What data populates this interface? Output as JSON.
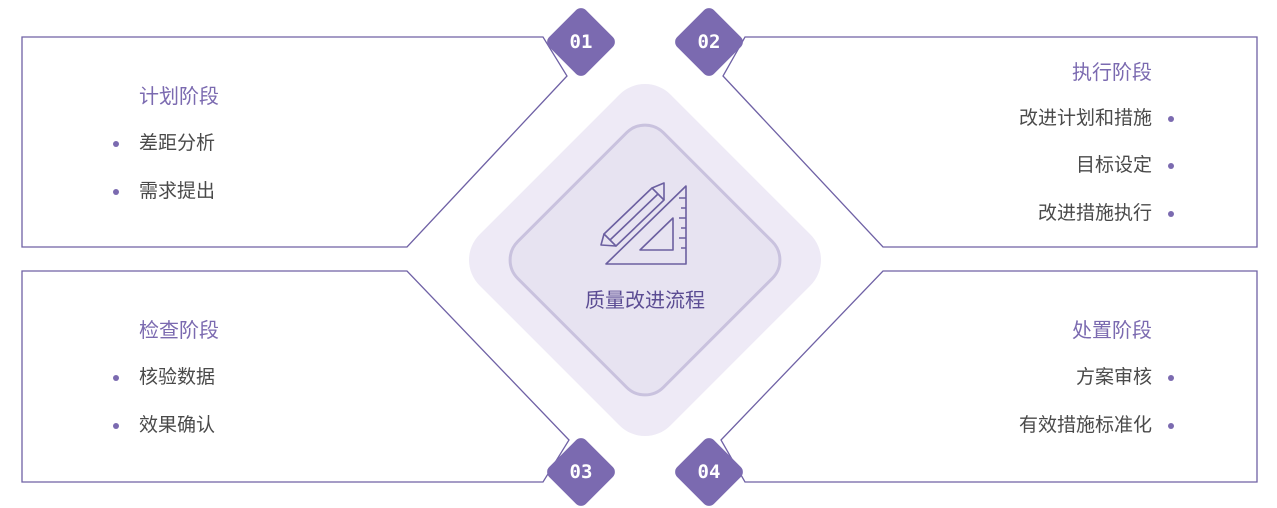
{
  "center": {
    "title": "质量改进流程",
    "icon": "ruler-pencil-icon"
  },
  "colors": {
    "accent": "#7b6ab0",
    "line": "#6f61a5",
    "hub_outer": "#eeeaf6",
    "hub_inner": "#e7e3f1"
  },
  "stages": [
    {
      "number": "01",
      "title": "计划阶段",
      "items": [
        "差距分析",
        "需求提出"
      ]
    },
    {
      "number": "02",
      "title": "执行阶段",
      "items": [
        "改进计划和措施",
        "目标设定",
        "改进措施执行"
      ]
    },
    {
      "number": "03",
      "title": "检查阶段",
      "items": [
        "核验数据",
        "效果确认"
      ]
    },
    {
      "number": "04",
      "title": "处置阶段",
      "items": [
        "方案审核",
        "有效措施标准化"
      ]
    }
  ]
}
